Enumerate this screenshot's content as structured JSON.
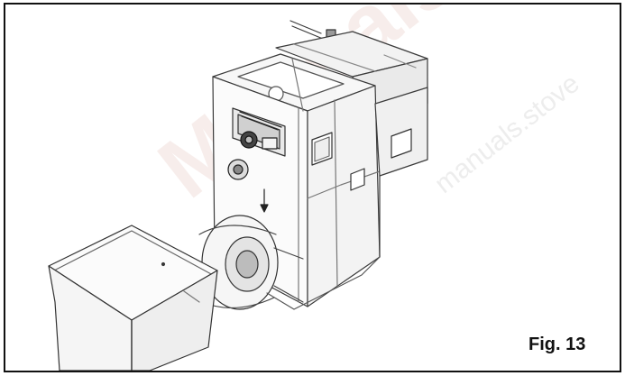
{
  "figure": {
    "label": "Fig. 13"
  },
  "watermarks": {
    "large": "ManualsView",
    "small": "manuals.stove"
  },
  "icons": {
    "illustration": "pellet-stove-assembly-drawing"
  }
}
